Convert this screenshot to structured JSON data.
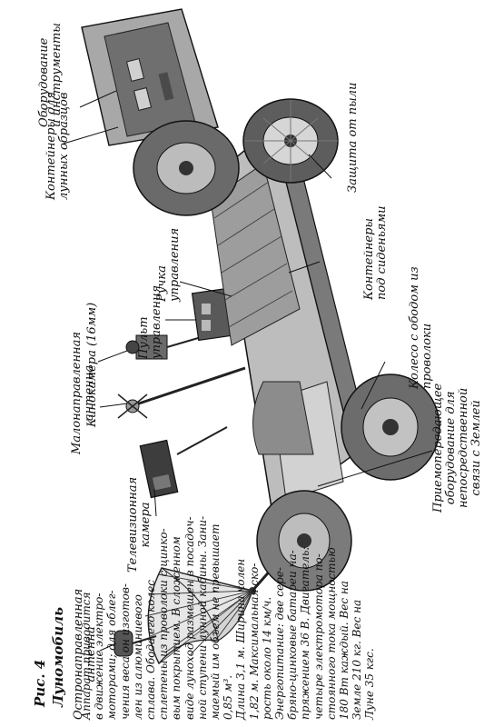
{
  "figure": {
    "number": "Рис. 4",
    "title": "Луномобиль"
  },
  "description": {
    "lines": [
      "Аппарат приводится",
      "в движение электро-",
      "моторами; для облег-",
      "чения веса он изготов-",
      "лен из алюминиевого",
      "сплава. Обода его колес",
      "сплетены из проволоки с цинко-",
      "вым покрытием. В сложенном",
      "виде луноход размещен в посадоч-",
      "ной ступени лунной кабины. Зани-",
      "маемый им объем не превышает",
      "0,85 м³.",
      "Длина 3,1 м. Ширина колен",
      "1,82 м. Максимальная ско-",
      "рость около 14 км/ч.",
      "Энергопитание: две сере-",
      "бряно-цинковые батареи на-",
      "пряжением 36 В. Двигатель:",
      "четыре электромотора по-",
      "стоянного тока мощностью",
      "180 Вт каждый. Вес на",
      "Земле 210 кг. Вес на",
      "Луне 35 кгс."
    ]
  },
  "labels": {
    "high_gain_antenna": "Остронаправленная\nантенна",
    "tv_camera": "Телевизионная\nкамера",
    "low_gain_antenna": "Малонаправленная\nантенна",
    "movie_camera": "Кинокамера (16мм)",
    "control_panel": "Пульт\nуправления",
    "hand_control": "Ручка\nуправления",
    "equipment": "Оборудование\nи инструменты",
    "sample_containers": "Контейнеры для\nлунных образцов",
    "seat_containers": "Контейнеры\nпод сиденьями",
    "wheel": "Колесо с ободом из\nпроволоки",
    "dust_guard": "Защита от пыли",
    "comm_equipment": "Приемопередающее\nоборудование для\nнепосредственной\nсвязи с Землей"
  },
  "colors": {
    "ink": "#111111",
    "paper": "#ffffff",
    "metal_dark": "#4a4a4a",
    "metal_mid": "#8a8a8a",
    "metal_light": "#c9c9c9"
  }
}
